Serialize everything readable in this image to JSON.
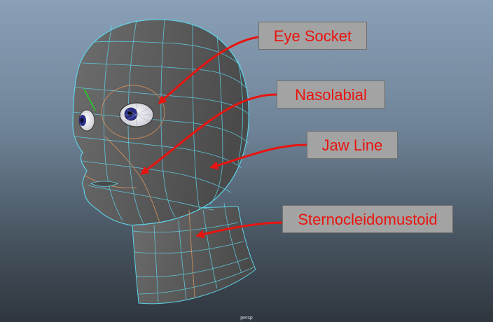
{
  "viewport": {
    "camera_label": "persp",
    "background_top": "#8aa0b6",
    "background_bottom": "#2f363d"
  },
  "mesh": {
    "name": "head",
    "surface_color": "#5c5c5c",
    "wire_color": "#5fd0e6",
    "edge_loop_color": "#e0955a",
    "selected_edge_color": "#22d022"
  },
  "annotations": [
    {
      "label": "Eye Socket",
      "color": "#e8140f"
    },
    {
      "label": "Nasolabial",
      "color": "#e8140f"
    },
    {
      "label": "Jaw Line",
      "color": "#e8140f"
    },
    {
      "label": "Sternocleidomustoid",
      "color": "#e8140f"
    }
  ],
  "icons": [
    "arrow-icon"
  ]
}
